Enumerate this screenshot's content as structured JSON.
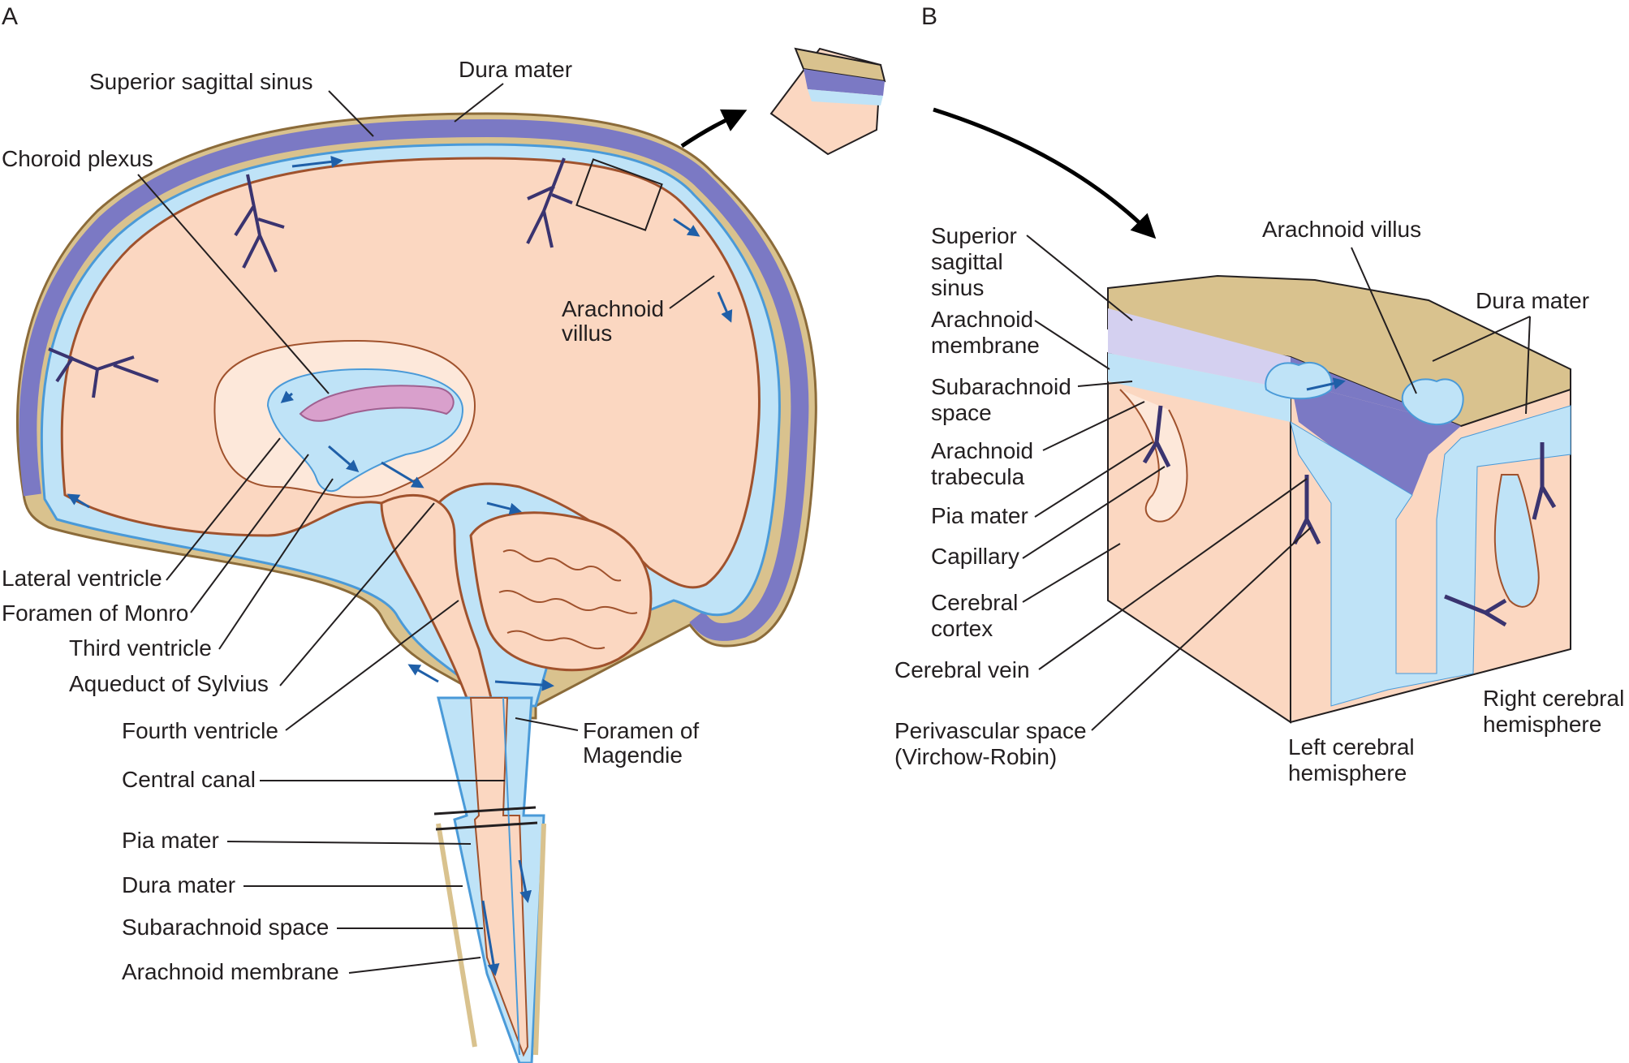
{
  "panels": {
    "a": "A",
    "b": "B"
  },
  "labels_a": {
    "superior_sagittal_sinus": "Superior sagittal sinus",
    "dura_mater_top": "Dura mater",
    "choroid_plexus": "Choroid plexus",
    "arachnoid_villus_1": "Arachnoid",
    "arachnoid_villus_2": "villus",
    "lateral_ventricle": "Lateral ventricle",
    "foramen_of_monro": "Foramen of Monro",
    "third_ventricle": "Third ventricle",
    "aqueduct_of_sylvius": "Aqueduct of Sylvius",
    "fourth_ventricle": "Fourth ventricle",
    "foramen_of_magendie_1": "Foramen of",
    "foramen_of_magendie_2": "Magendie",
    "central_canal": "Central canal",
    "pia_mater": "Pia mater",
    "dura_mater_cord": "Dura mater",
    "subarachnoid_space": "Subarachnoid space",
    "arachnoid_membrane": "Arachnoid membrane"
  },
  "labels_b": {
    "superior_1": "Superior",
    "sagittal_2": "sagittal",
    "sinus_3": "sinus",
    "arachnoid_villus": "Arachnoid villus",
    "dura_mater": "Dura mater",
    "arachnoid_membrane_1": "Arachnoid",
    "arachnoid_membrane_2": "membrane",
    "subarachnoid_1": "Subarachnoid",
    "subarachnoid_2": "space",
    "trabecula_1": "Arachnoid",
    "trabecula_2": "trabecula",
    "pia_mater": "Pia mater",
    "capillary": "Capillary",
    "cortex_1": "Cerebral",
    "cortex_2": "cortex",
    "cerebral_vein": "Cerebral vein",
    "perivascular_1": "Perivascular space",
    "perivascular_2": "(Virchow-Robin)",
    "left_hemi_1": "Left cerebral",
    "left_hemi_2": "hemisphere",
    "right_hemi_1": "Right cerebral",
    "right_hemi_2": "hemisphere"
  },
  "colors": {
    "brain": "#fbd7c1",
    "brain_outline": "#a0522d",
    "csf": "#bfe3f7",
    "csf_edge": "#4a9ad8",
    "sinus": "#7b79c4",
    "dura": "#d9c28e",
    "choroid": "#d9a0cc",
    "vein": "#3a3470",
    "arrow": "#1f5fa8"
  }
}
